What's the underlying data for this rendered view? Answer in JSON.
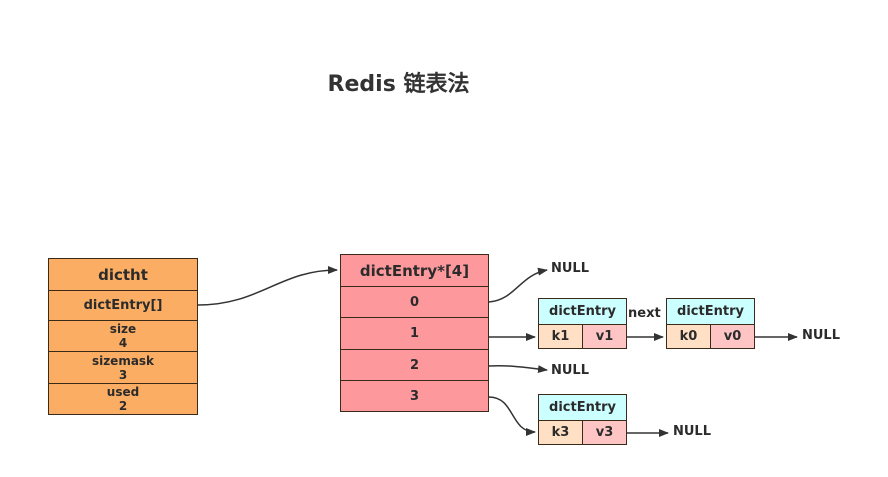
{
  "title": "Redis 链表法",
  "dictht": {
    "header": "dictht",
    "table": "dictEntry[]",
    "size_label": "size",
    "size_value": "4",
    "sizemask_label": "sizemask",
    "sizemask_value": "3",
    "used_label": "used",
    "used_value": "2"
  },
  "buckets": {
    "header": "dictEntry*[4]",
    "indices": [
      "0",
      "1",
      "2",
      "3"
    ]
  },
  "entries": {
    "e1": {
      "header": "dictEntry",
      "key": "k1",
      "value": "v1"
    },
    "e0": {
      "header": "dictEntry",
      "key": "k0",
      "value": "v0"
    },
    "e3": {
      "header": "dictEntry",
      "key": "k3",
      "value": "v3"
    }
  },
  "labels": {
    "null_bucket0": "NULL",
    "null_chain1": "NULL",
    "null_bucket2": "NULL",
    "null_chain3": "NULL",
    "next": "next"
  },
  "colors": {
    "dictht": "#fbae63",
    "buckets": "#fd999d",
    "entry_header": "#ccffff",
    "entry_key": "#ffe0c5",
    "entry_value": "#ffc5c5"
  }
}
